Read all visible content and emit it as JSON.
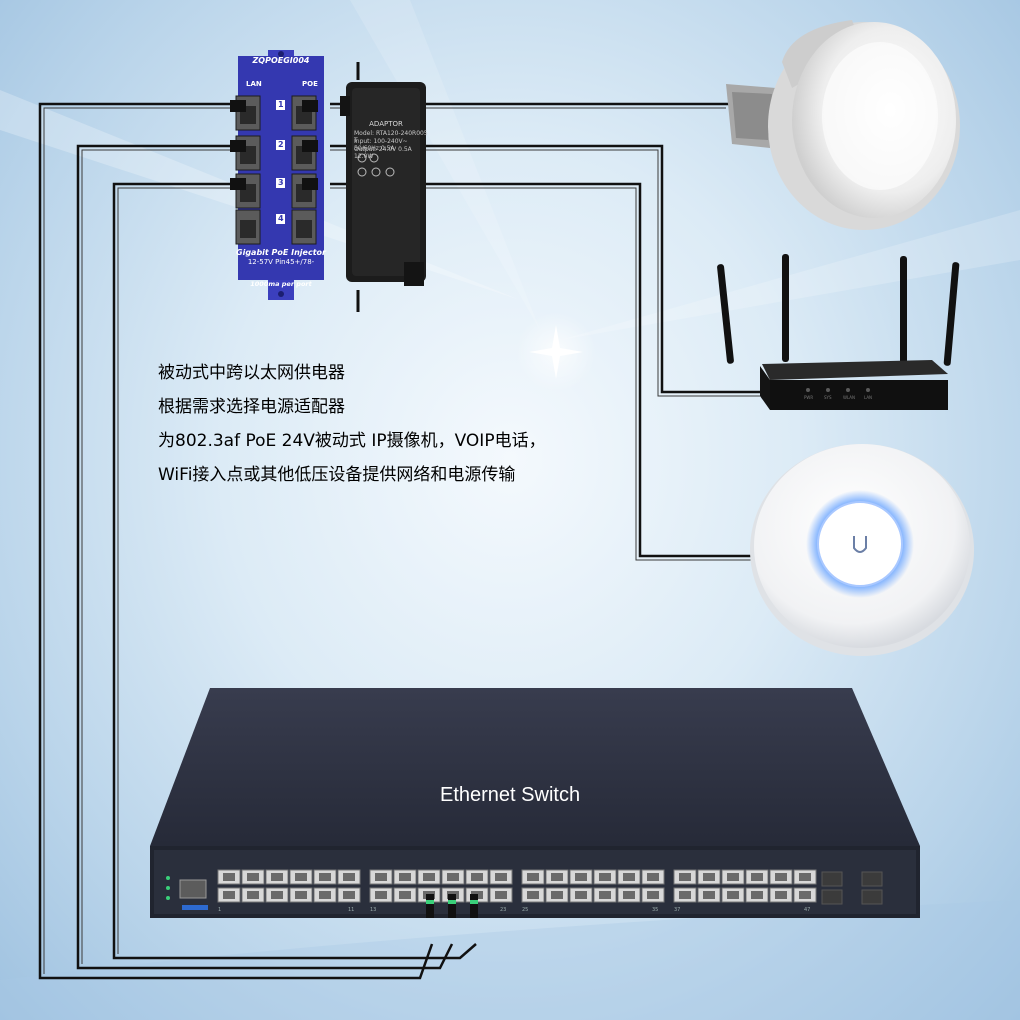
{
  "injector": {
    "model": "ZQPOEGI004",
    "lan_label": "LAN",
    "poe_label": "POE",
    "port_numbers": [
      "1",
      "2",
      "3",
      "4"
    ],
    "name": "Gigabit PoE Injector",
    "spec": "12-57V  Pin45+/78-",
    "power": "1000ma per port"
  },
  "adapter": {
    "title": "ADAPTOR",
    "lines": [
      "Model: RTA120-240R005 T",
      "Input: 100-240V~ 50/60Hz 0.5A",
      "Output: 24.0V 0.5A 12.0W"
    ]
  },
  "description": {
    "lines": [
      "被动式中跨以太网供电器",
      "根据需求选择电源适配器",
      "为802.3af PoE 24V被动式 IP摄像机，VOIP电话，",
      "WiFi接入点或其他低压设备提供网络和电源传输"
    ]
  },
  "switch": {
    "title": "Ethernet Switch",
    "port_count": 48,
    "sfp_count": 4,
    "group_labels": [
      "1",
      "11",
      "13",
      "23",
      "25",
      "35",
      "37",
      "47"
    ]
  },
  "devices": {
    "outdoor_cpe": "outdoor-cpe",
    "router": "wireless-router",
    "access_point": "ceiling-access-point"
  },
  "colors": {
    "injector_blue": "#3b3fbd",
    "switch_body": "#2c3040",
    "cable": "#111111",
    "ap_glow": "#6fa8ff"
  }
}
